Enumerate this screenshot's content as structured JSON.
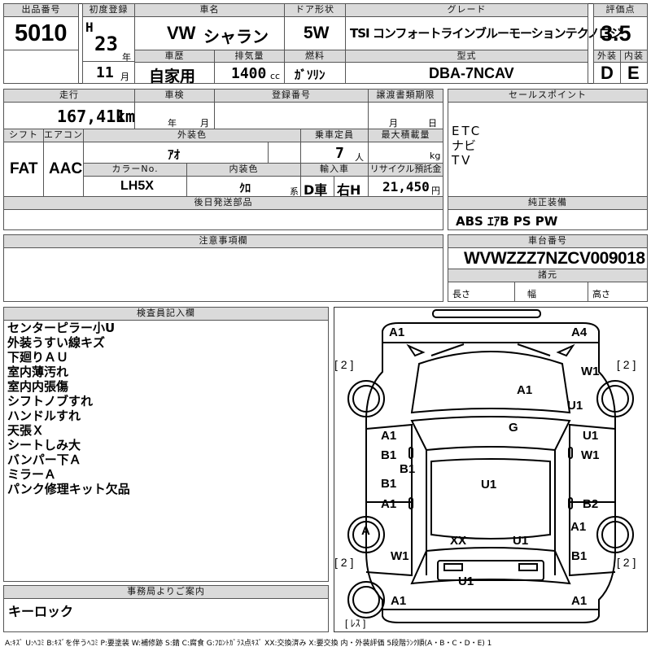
{
  "header": {
    "lot_label": "出品番号",
    "lot": "5010",
    "first_reg_label": "初度登録",
    "era": "H",
    "year": "23",
    "year_unit": "年",
    "month": "11",
    "month_unit": "月",
    "carname_label": "車名",
    "make": "VW",
    "model": "シャラン",
    "door_label": "ドア形状",
    "door": "5W",
    "grade_label": "グレード",
    "grade": "TSI コンフォートラインブルーモーションテクノロジ",
    "score_label": "評価点",
    "score": "3.5",
    "history_label": "車歴",
    "history": "自家用",
    "displacement_label": "排気量",
    "displacement": "1400",
    "displacement_unit": "cc",
    "fuel_label": "燃料",
    "fuel": "ｶﾞｿﾘﾝ",
    "type_label": "型式",
    "type": "DBA-7NCAV",
    "ext_label": "外装",
    "ext": "D",
    "int_label": "内装",
    "int": "E"
  },
  "row2": {
    "mileage_label": "走行",
    "mileage": "167,411",
    "mileage_unit": "km",
    "inspection_label": "車検",
    "insp_year_unit": "年",
    "insp_month_unit": "月",
    "regno_label": "登録番号",
    "transfer_label": "譲渡書類期限",
    "transfer_month_unit": "月",
    "transfer_day_unit": "日",
    "shift_label": "シフト",
    "shift": "FAT",
    "ac_label": "エアコン",
    "ac": "AAC",
    "color_label": "外装色",
    "color": "ｱｵ",
    "capacity_label": "乗車定員",
    "capacity": "7",
    "capacity_unit": "人",
    "load_label": "最大積載量",
    "load_unit": "kg",
    "colorno_label": "カラーNo.",
    "colorno": "LH5X",
    "intcolor_label": "内装色",
    "intcolor": "ｸﾛ",
    "intcolor_unit": "系",
    "import_label": "輸入車",
    "import1": "D車",
    "import2": "右H",
    "recycle_label": "リサイクル預託金",
    "recycle": "21,450",
    "recycle_unit": "円",
    "later_label": "後日発送部品"
  },
  "sales": {
    "label": "セールスポイント",
    "items": [
      "ETC",
      "ナビ",
      "TV"
    ]
  },
  "equipment": {
    "label": "純正装備",
    "value": "ABS ｴｱB PS PW"
  },
  "notice": {
    "label": "注意事項欄"
  },
  "chassis": {
    "label": "車台番号",
    "value": "WVWZZZ7NZCV009018"
  },
  "specs": {
    "label": "諸元",
    "length": "長さ",
    "width": "幅",
    "height": "高さ"
  },
  "inspector": {
    "label": "検査員記入欄",
    "notes": [
      "センターピラー小U",
      "外装うすい線キズ",
      "下廻りＡＵ",
      "室内薄汚れ",
      "室内内張傷",
      "シフトノブすれ",
      "ハンドルすれ",
      "天張Ｘ",
      "シートしみ大",
      "バンパー下Ａ",
      "ミラーＡ",
      "パンク修理キット欠品"
    ]
  },
  "office": {
    "label": "事務局よりご案内",
    "note": "キーロック"
  },
  "diagram": {
    "damage": [
      {
        "id": "fl-top",
        "text": "A1"
      },
      {
        "id": "fr-top",
        "text": "A4"
      },
      {
        "id": "tire-fl",
        "text": "[ 2 ]"
      },
      {
        "id": "tire-fr",
        "text": "[ 2 ]"
      },
      {
        "id": "r-w1",
        "text": "W1"
      },
      {
        "id": "hood",
        "text": "A1"
      },
      {
        "id": "r-u1",
        "text": "U1"
      },
      {
        "id": "roof",
        "text": "G"
      },
      {
        "id": "l1",
        "text": "A1"
      },
      {
        "id": "l2",
        "text": "B1"
      },
      {
        "id": "l3",
        "text": "B1"
      },
      {
        "id": "l4",
        "text": "B1"
      },
      {
        "id": "l5",
        "text": "A1"
      },
      {
        "id": "r1",
        "text": "U1"
      },
      {
        "id": "r2",
        "text": "W1"
      },
      {
        "id": "center",
        "text": "U1"
      },
      {
        "id": "r3",
        "text": "B2"
      },
      {
        "id": "l-a",
        "text": "A"
      },
      {
        "id": "r4",
        "text": "A1"
      },
      {
        "id": "xx",
        "text": "XX"
      },
      {
        "id": "u1c",
        "text": "U1"
      },
      {
        "id": "tire-rl",
        "text": "[ 2 ]"
      },
      {
        "id": "tire-rr",
        "text": "[ 2 ]"
      },
      {
        "id": "l-w1",
        "text": "W1"
      },
      {
        "id": "r-b1",
        "text": "B1"
      },
      {
        "id": "rear-u1",
        "text": "U1"
      },
      {
        "id": "rl-bot",
        "text": "A1"
      },
      {
        "id": "rr-bot",
        "text": "A1"
      },
      {
        "id": "spare",
        "text": "[ ﾚｽ ]"
      }
    ]
  },
  "legend": "A:ｷｽﾞ U:ﾍｺﾐ B:ｷｽﾞを伴うﾍｺﾐ P:要塗装 W:補修跡 S:錆 C:腐食 G:ﾌﾛﾝﾄｶﾞﾗｽ点ｷｽﾞ XX:交換済み X:要交換 内・外装評価 5段階ﾗﾝｸ順(A・B・C・D・E) 1"
}
